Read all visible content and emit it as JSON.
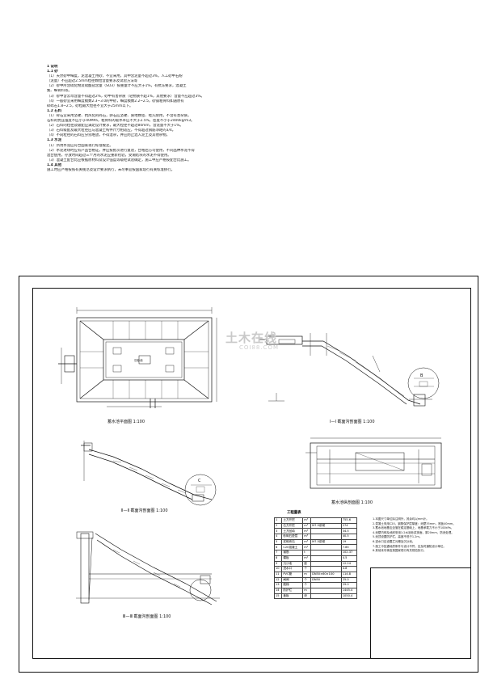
{
  "notes": [
    {
      "text": "1  说明",
      "heading": true
    },
    {
      "text": "  1.1  砂",
      "heading": true
    },
    {
      "text": "    （1）天然砂中细度，泥混凝土用砂，不宜采用，其中含泥量不超过3%，人工砂中石粉"
    },
    {
      "text": "    （泥量）不应超过2.5mm粒径颗粒含量要求及试验方法等"
    },
    {
      "text": "    （2）砂中所含硫化物及硫酸盐含量（SO3）按重量计不应大于1%，有抗冻要求，混凝土"
    },
    {
      "text": "    集、细骨料等。"
    },
    {
      "text": "    （3）砂中含云母含量不得超过2%，砂中有害杂质（轻物质不超1%，其他要求）含量不应超过3%。"
    },
    {
      "text": "    （4）一般砂宜采用细度模数2.3~3.0的中砂，细度模数2.2~2.5，砂铺粗骨料如遇原有"
    },
    {
      "text": "    碎砾石1.8~2.5，砂粒最大粒径不宜大于25mm以下。"
    },
    {
      "text": "  1.2  石料",
      "heading": true
    },
    {
      "text": "    （1）碎石宜采用坚硬、抗风化的碎石，卵石应坚硬、质地致密、经久耐用，不含有害杂质，"
    },
    {
      "text": "    石料的抗压强度不应小于40MPa，粗骨料的吸水率应不大于2.5%，密度不小于2400kg/m3。"
    },
    {
      "text": "    （2）石料的粒径及级配应满足设计要求，最大粒径不超过80mm，含泥量不大于1%。"
    },
    {
      "text": "    （3）石料级配及最大粒径应与混凝土构件尺寸相适应，不得超过钢筋净距的3/4。"
    },
    {
      "text": "    （4）不同粒径的石料应分别堆放，不得混杂，并应防止混入泥土及其他杂物。"
    },
    {
      "text": "  1.3  水泥",
      "heading": true
    },
    {
      "text": "    （1）所用水泥应符合国家现行标准规定。"
    },
    {
      "text": "    （2）水泥进场时应有产品合格证，并应按批次进行复验，合格后方可使用，不同品种水泥不得"
    },
    {
      "text": "    混合使用，存放时间超过三个月的水泥应重新检验，受潮结块的水泥不得使用。"
    },
    {
      "text": "    （3）混凝土配合比应根据原材料及设计强度等级经试验确定，施工中应严格按配合比施工。"
    },
    {
      "text": "  1.4  其他",
      "heading": true
    },
    {
      "text": "    施工时应严格按照有关规范及设计要求执行，未尽事宜按国家现行有关标准执行。"
    }
  ],
  "captions": {
    "plan": "蓄水池平面图 1:100",
    "section_11": "Ⅰ—Ⅰ 截面沟剖面图 1:100",
    "section_22": "Ⅱ—Ⅱ 截面沟剖面图 1:100",
    "section_33": "Ⅲ—Ⅲ 截面沟剖面图 1:100",
    "longitudinal": "蓄水池纵剖面图 1:100"
  },
  "table": {
    "title": "工程量表",
    "rows": [
      [
        "1",
        "土方开挖",
        "m³",
        "",
        "755.6"
      ],
      [
        "2",
        "石方开挖",
        "m³",
        "M7.5浆砌",
        "274"
      ],
      [
        "3",
        "土方回填",
        "m³",
        "",
        "34.5"
      ],
      [
        "4",
        "砂砾石垫层",
        "m³",
        "",
        "40.5"
      ],
      [
        "5",
        "浆砌块石",
        "m³",
        "M7.5浆砌",
        "19"
      ],
      [
        "6",
        "C20混凝土",
        "m³",
        "",
        "7.85"
      ],
      [
        "7",
        "钢筋",
        "t",
        "",
        "102.37"
      ],
      [
        "8",
        "模板",
        "m²",
        "",
        "4.5"
      ],
      [
        "9",
        "沉沙池",
        "座",
        "",
        "12.24"
      ],
      [
        "10",
        "进水口",
        "个",
        "",
        "4.8"
      ],
      [
        "11",
        "PVC管",
        "m",
        "DN50×60×100",
        "114.8"
      ],
      [
        "12",
        "闸阀",
        "个",
        "DN50",
        "25.0"
      ],
      [
        "13",
        "爬梯",
        "个",
        "",
        "29.0"
      ],
      [
        "14",
        "防护栏",
        "m",
        "",
        "1445.4"
      ],
      [
        "15",
        "盖板",
        "块",
        "",
        "1050.4"
      ]
    ]
  },
  "legend": [
    "1.本图尺寸单位除注明外，其余均以mm计。",
    "2.混凝土采用C20，钢筋保护层厚度：池壁35mm，底板40mm。",
    "3.蓄水池地基应坐落在稳定基础上，地基承载力不小于100kPa。",
    "4.池壁内侧及池底采用1:2水泥砂浆抹面，厚20mm，防渗处理。",
    "5.池顶设置防护栏，高度不低于1.2m。",
    "6.进水口应设置拦污栅及沉沙池。",
    "7.施工中如遇地质条件与设计不符，应及时通知设计单位。",
    "8.其他未尽事宜按国家现行有关规范执行。"
  ],
  "watermark": {
    "main": "土木在线",
    "sub": "COI88.COM"
  }
}
